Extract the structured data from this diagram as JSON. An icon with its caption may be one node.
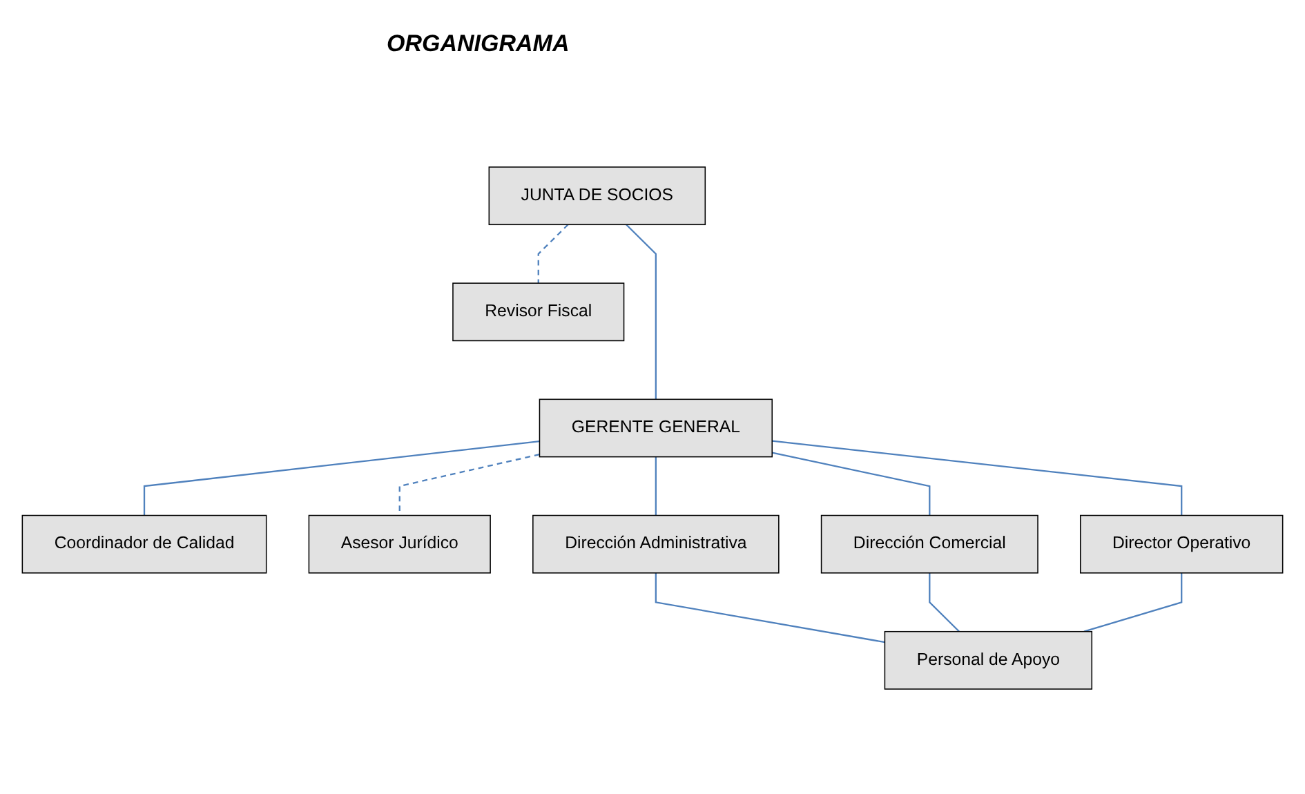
{
  "diagram": {
    "title": "ORGANIGRAMA",
    "nodes": [
      {
        "text": [
          "JUNTA DE SOCIOS"
        ]
      },
      {
        "text": [
          "Revisor Fiscal"
        ]
      },
      {
        "text": [
          "GERENTE GENERAL"
        ]
      },
      {
        "text": [
          "Coordinador de Calidad"
        ]
      },
      {
        "text": [
          "Asesor Jurídico"
        ]
      },
      {
        "text": [
          "Dirección Administrativa"
        ]
      },
      {
        "text": [
          "Dirección Comercial"
        ]
      },
      {
        "text": [
          "Director Operativo"
        ]
      },
      {
        "text": [
          "Personal de Apoyo"
        ]
      }
    ],
    "edges": [
      {
        "from": 0,
        "to": 2,
        "arrow": "none"
      },
      {
        "from": 0,
        "to": 1,
        "arrow": "none",
        "style": "dashed"
      },
      {
        "from": 2,
        "to": 3,
        "arrow": "none"
      },
      {
        "from": 2,
        "to": 4,
        "arrow": "none",
        "style": "dashed"
      },
      {
        "from": 2,
        "to": 5,
        "arrow": "none"
      },
      {
        "from": 2,
        "to": 6,
        "arrow": "none"
      },
      {
        "from": 2,
        "to": 7,
        "arrow": "none"
      },
      {
        "from": 5,
        "to": 8,
        "arrow": "none"
      },
      {
        "from": 6,
        "to": 8,
        "arrow": "none"
      },
      {
        "from": 7,
        "to": 8,
        "arrow": "none"
      }
    ]
  }
}
